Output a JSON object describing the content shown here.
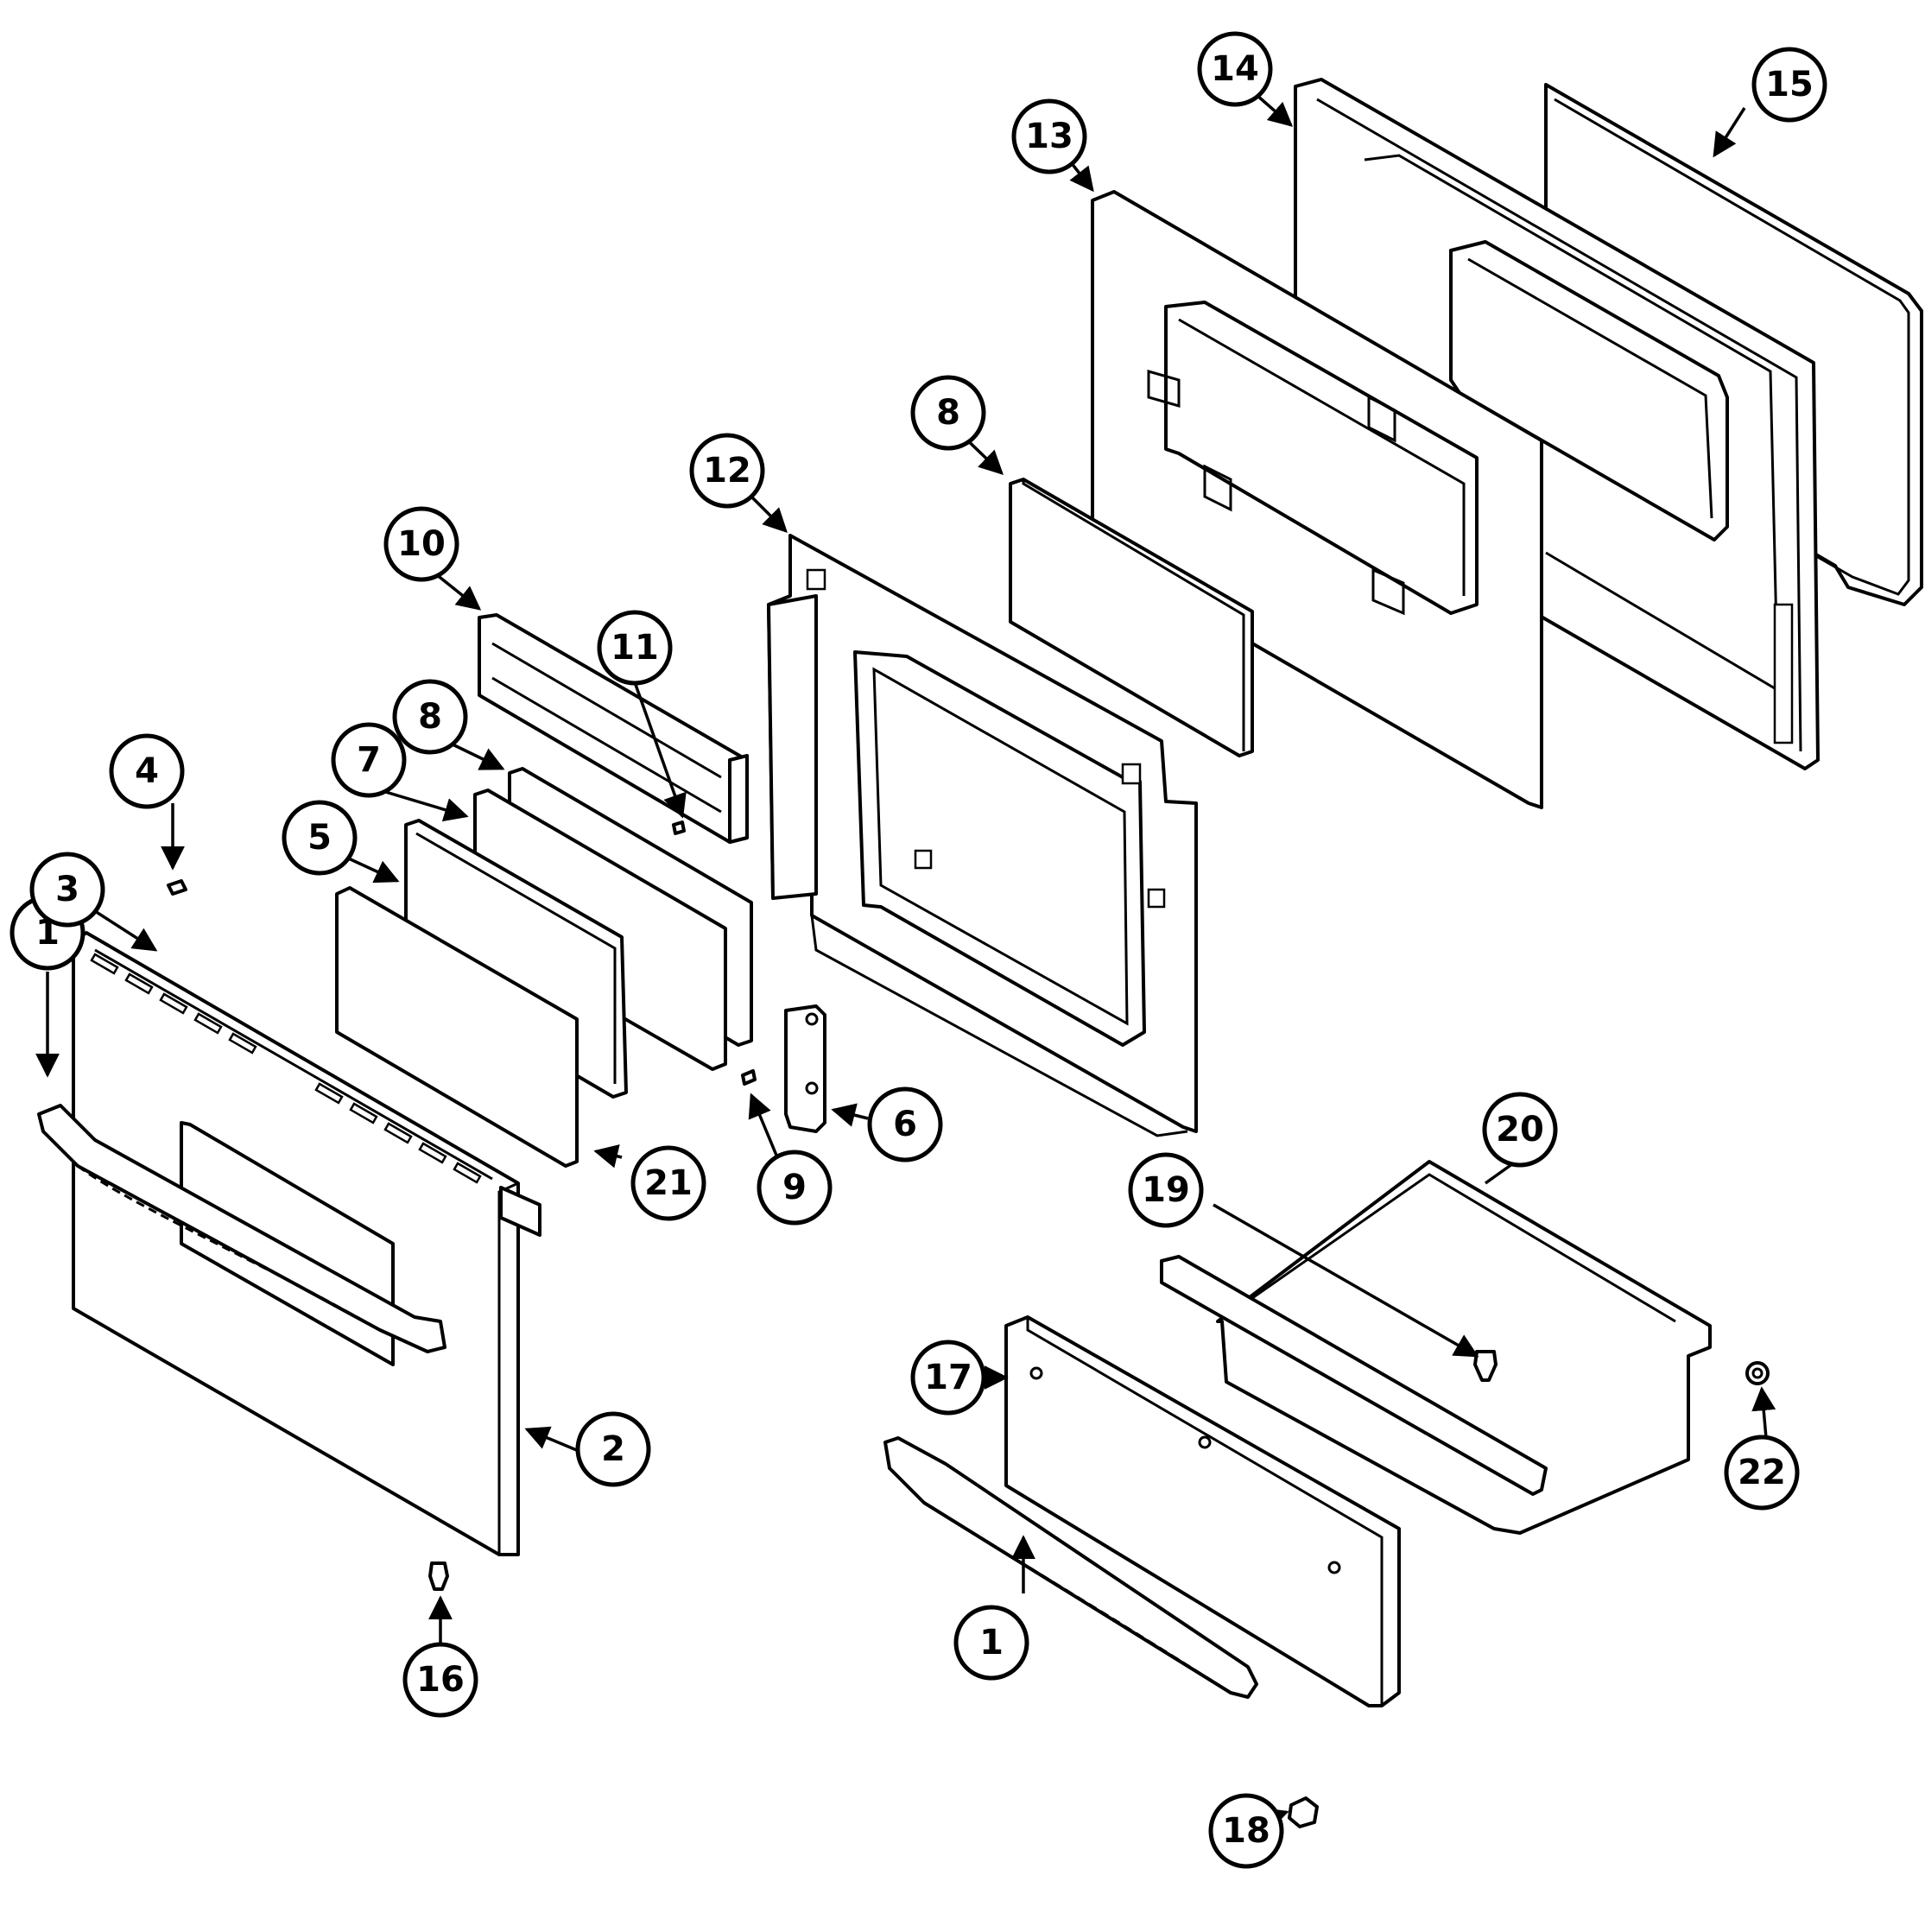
{
  "callouts": [
    {
      "id": "c1a",
      "label": "1"
    },
    {
      "id": "c1b",
      "label": "1"
    },
    {
      "id": "c2",
      "label": "2"
    },
    {
      "id": "c3",
      "label": "3"
    },
    {
      "id": "c4",
      "label": "4"
    },
    {
      "id": "c5",
      "label": "5"
    },
    {
      "id": "c6",
      "label": "6"
    },
    {
      "id": "c7",
      "label": "7"
    },
    {
      "id": "c8a",
      "label": "8"
    },
    {
      "id": "c8b",
      "label": "8"
    },
    {
      "id": "c9",
      "label": "9"
    },
    {
      "id": "c10",
      "label": "10"
    },
    {
      "id": "c11",
      "label": "11"
    },
    {
      "id": "c12",
      "label": "12"
    },
    {
      "id": "c13",
      "label": "13"
    },
    {
      "id": "c14",
      "label": "14"
    },
    {
      "id": "c15",
      "label": "15"
    },
    {
      "id": "c16",
      "label": "16"
    },
    {
      "id": "c17",
      "label": "17"
    },
    {
      "id": "c18",
      "label": "18"
    },
    {
      "id": "c19",
      "label": "19"
    },
    {
      "id": "c20",
      "label": "20"
    },
    {
      "id": "c21",
      "label": "21"
    },
    {
      "id": "c22",
      "label": "22"
    }
  ],
  "colors": {
    "line": "#000000",
    "background": "#ffffff"
  }
}
